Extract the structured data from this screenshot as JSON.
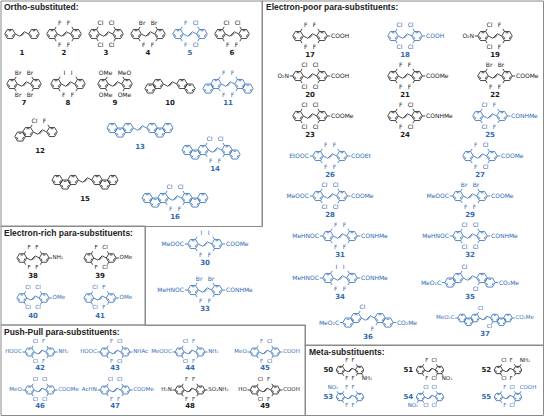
{
  "diagram": {
    "nodes": [
      {
        "text": [
          "Ortho-substituted:"
        ]
      },
      {
        "text": [
          "Electron-poor para-substituents:"
        ]
      },
      {
        "text": [
          "Electron-rich para-substituents:"
        ]
      },
      {
        "text": [
          "Push-Pull para-substituents:"
        ]
      },
      {
        "text": [
          "Meta-substituents:"
        ]
      }
    ],
    "labels": [
      "1",
      "2",
      "F",
      "F",
      "F",
      "F",
      "3",
      "Cl",
      "Cl",
      "Cl",
      "Cl",
      "4",
      "Br",
      "F",
      "Br",
      "F",
      "5",
      "F",
      "F",
      "Cl",
      "Cl",
      "6",
      "Cl",
      "F",
      "Cl",
      "F",
      "7",
      "Br",
      "Br",
      "Br",
      "Br",
      "8",
      "I",
      "F",
      "I",
      "F",
      "9",
      "OMe",
      "OMe",
      "MeO",
      "OMe",
      "10",
      "11",
      "F",
      "F",
      "F",
      "F",
      "12",
      "Cl",
      "F",
      "13",
      "14",
      "Cl",
      "F",
      "Cl",
      "F",
      "15",
      "16",
      "Cl",
      "F",
      "Cl",
      "F",
      "17",
      "F",
      "F",
      "F",
      "F",
      "COOH",
      "18",
      "Cl",
      "Cl",
      "Cl",
      "Cl",
      "COOH",
      "19",
      "O₂N",
      "Cl",
      "Cl",
      "F",
      "F",
      "20",
      "O₂N",
      "Cl",
      "Cl",
      "Cl",
      "Cl",
      "COOH",
      "21",
      "F",
      "F",
      "F",
      "F",
      "COOMe",
      "22",
      "Br",
      "F",
      "Br",
      "F",
      "COOMe",
      "23",
      "Cl",
      "Cl",
      "Cl",
      "Cl",
      "COOMe",
      "24",
      "F",
      "F",
      "Cl",
      "Cl",
      "CONHMe",
      "25",
      "Cl",
      "Cl",
      "F",
      "F",
      "CONHMe",
      "26",
      "EtOOC",
      "F",
      "F",
      "F",
      "F",
      "COOEt",
      "27",
      "F",
      "F",
      "Cl",
      "Cl",
      "COOMe",
      "28",
      "MeOOC",
      "Cl",
      "Cl",
      "Cl",
      "Cl",
      "COOMe",
      "29",
      "MeOOC",
      "Br",
      "F",
      "Br",
      "F",
      "COOMe",
      "30",
      "MeOOC",
      "I",
      "F",
      "I",
      "F",
      "COOMe",
      "31",
      "MeHNOC",
      "F",
      "F",
      "F",
      "F",
      "CONHMe",
      "32",
      "MeHNOC",
      "Cl",
      "Cl",
      "Cl",
      "Cl",
      "CONHMe",
      "33",
      "MeHNOC",
      "Br",
      "F",
      "Br",
      "F",
      "CONHMe",
      "34",
      "MeHNOC",
      "I",
      "F",
      "I",
      "F",
      "CONHMe",
      "35",
      "MeO₂C",
      "Cl",
      "Cl",
      "CO₂Me",
      "36",
      "MeO₂C",
      "Cl",
      "F",
      "CO₂Me",
      "37",
      "MeO₂C",
      "Cl",
      "Cl",
      "CO₂Me",
      "38",
      "F",
      "F",
      "F",
      "F",
      "NH₂",
      "39",
      "F",
      "F",
      "Cl",
      "Cl",
      "OMe",
      "40",
      "Cl",
      "Cl",
      "Cl",
      "Cl",
      "OMe",
      "41",
      "Cl",
      "Cl",
      "F",
      "F",
      "OMe",
      "42",
      "HOOC",
      "Cl",
      "Cl",
      "F",
      "F",
      "NH₂",
      "43",
      "HOOC",
      "F",
      "F",
      "Cl",
      "Cl",
      "NHAc",
      "44",
      "MeOOC",
      "Cl",
      "Cl",
      "F",
      "F",
      "NH₂",
      "45",
      "MeO",
      "F",
      "F",
      "Cl",
      "Cl",
      "COOH",
      "46",
      "MeO",
      "Cl",
      "Cl",
      "Cl",
      "Cl",
      "COOMe",
      "47",
      "AcHN",
      "Cl",
      "F",
      "Cl",
      "F",
      "COOMe",
      "48",
      "H₂N",
      "F",
      "F",
      "F",
      "F",
      "SO₂NH₂",
      "49",
      "HO",
      "Cl",
      "Cl",
      "F",
      "F",
      "COOH",
      "50",
      "F",
      "F",
      "F",
      "F",
      "NH₂",
      "51",
      "F",
      "F",
      "Cl",
      "Cl",
      "NO₂",
      "52",
      "Cl",
      "Cl",
      "F",
      "F",
      "NH₂",
      "53",
      "F",
      "F",
      "F",
      "F",
      "NO₂",
      "54",
      "Cl",
      "Cl",
      "Cl",
      "Cl",
      "NO₂",
      "55",
      "F",
      "F",
      "Cl",
      "Cl",
      "COOH"
    ]
  }
}
